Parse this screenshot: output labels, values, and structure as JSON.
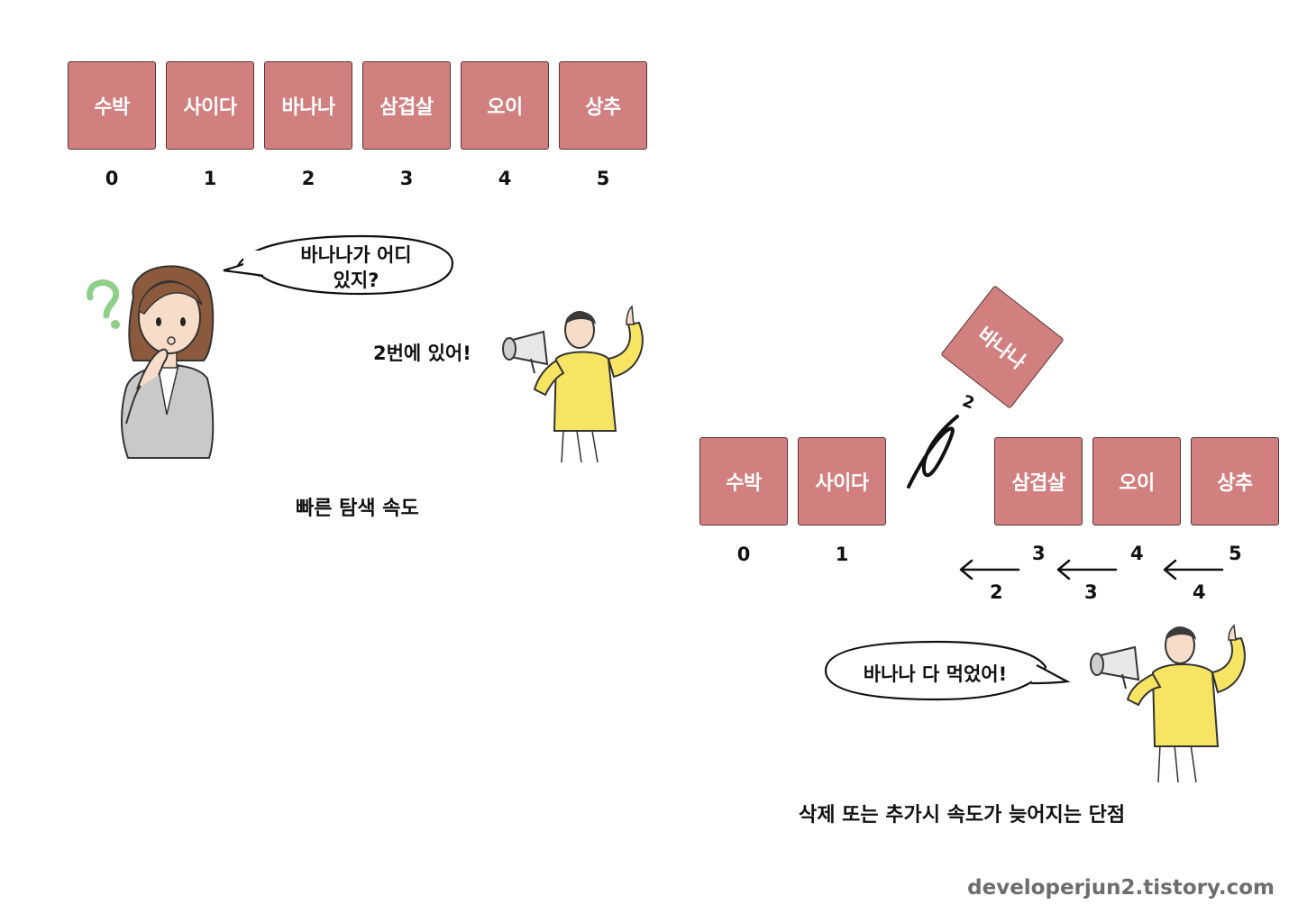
{
  "left": {
    "cells": [
      "수박",
      "사이다",
      "바나나",
      "삼겹살",
      "오이",
      "상추"
    ],
    "indices": [
      "0",
      "1",
      "2",
      "3",
      "4",
      "5"
    ],
    "question_bubble": [
      "바나나가 어디",
      "있지?"
    ],
    "answer_text": "2번에 있어!",
    "caption": "빠른 탐색 속도"
  },
  "right": {
    "cells": [
      "수박",
      "사이다",
      "삼겹살",
      "오이",
      "상추"
    ],
    "removed_cell": "바나나",
    "indices": [
      "0",
      "1"
    ],
    "old_indices": [
      "3",
      "4",
      "5"
    ],
    "new_indices": [
      "2",
      "3",
      "4"
    ],
    "squiggle_label": "2",
    "speech_bubble": "바나나 다 먹었어!",
    "caption": "삭제 또는 추가시 속도가 늦어지는 단점"
  },
  "footer": "developerjun2.tistory.com",
  "colors": {
    "cell_fill": "#d17f7f",
    "cell_border": "#5a3535",
    "sweater": "#f7e463",
    "jacket": "#c9c9c9",
    "hair": "#8b5a3c",
    "question_mark": "#8fcf8a"
  }
}
